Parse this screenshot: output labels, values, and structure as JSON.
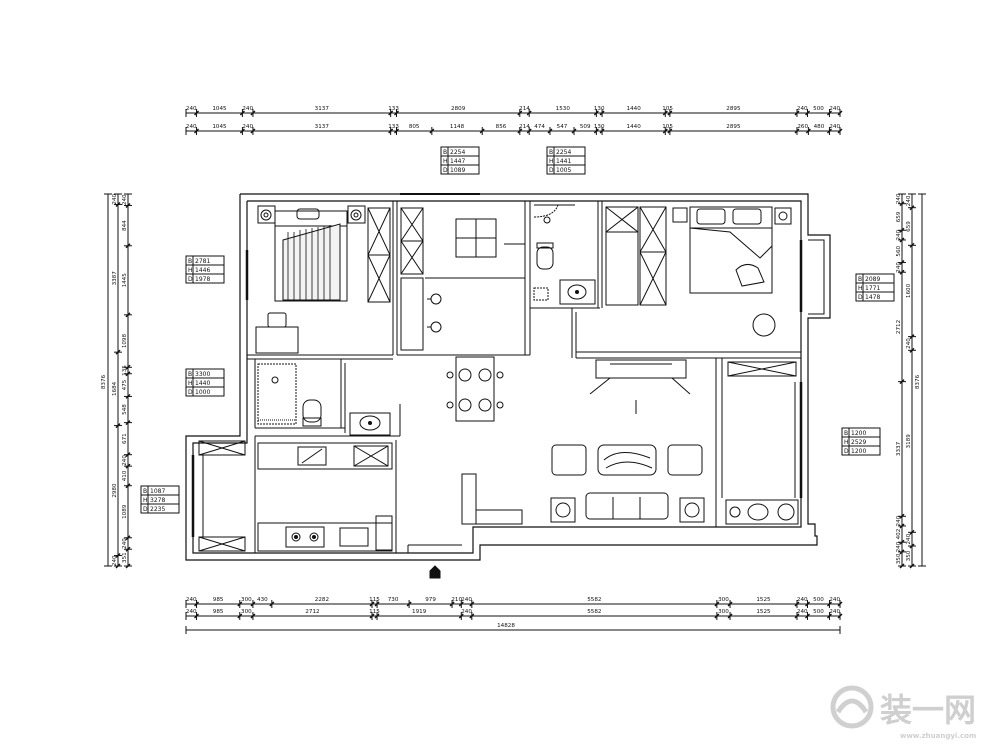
{
  "dimensions": {
    "top_row1": [
      "240",
      "1045",
      "240",
      "3137",
      "133",
      "2809",
      "214",
      "1530",
      "130",
      "1440",
      "105",
      "2895",
      "240",
      "500",
      "240"
    ],
    "top_row2": [
      "240",
      "1045",
      "240",
      "3137",
      "133",
      "805",
      "1148",
      "856",
      "214",
      "474",
      "547",
      "509",
      "130",
      "1440",
      "105",
      "2895",
      "260",
      "480",
      "240"
    ],
    "bottom_row1": [
      "240",
      "985",
      "300",
      "430",
      "2282",
      "115",
      "730",
      "979",
      "210",
      "240",
      "5582",
      "300",
      "1525",
      "240",
      "500",
      "240"
    ],
    "bottom_row2": [
      "240",
      "985",
      "300",
      "2712",
      "115",
      "1919",
      "240",
      "5582",
      "300",
      "1525",
      "240",
      "500",
      "240"
    ],
    "bottom_total": "14828",
    "left_outer": "8376",
    "left_col1": [
      "240",
      "3387",
      "1684",
      "2980",
      "240"
    ],
    "left_col2": [
      "240",
      "844",
      "1445",
      "1098",
      "135",
      "475",
      "548",
      "671",
      "240",
      "410",
      "1089",
      "240",
      "351"
    ],
    "right_outer": "8376",
    "right_col1": [
      "240",
      "659",
      "1600",
      "240",
      "3189",
      "240",
      "350"
    ],
    "right_col2": [
      "240",
      "659",
      "240",
      "560",
      "240",
      "2712",
      "3337",
      "240",
      "402",
      "240",
      "350"
    ]
  },
  "window_tags": [
    {
      "B": "2254",
      "H": "1447",
      "D": "1089"
    },
    {
      "B": "2254",
      "H": "1441",
      "D": "1005"
    },
    {
      "B": "2781",
      "H": "1446",
      "D": "1978"
    },
    {
      "B": "3300",
      "H": "1440",
      "D": "1000"
    },
    {
      "B": "1087",
      "H": "3278",
      "D": "2235"
    },
    {
      "B": "2089",
      "H": "1771",
      "D": "1478"
    },
    {
      "B": "1200",
      "H": "2529",
      "D": "1200"
    }
  ],
  "watermark": {
    "brand": "装一网",
    "site": "www.zhuangyi.com"
  }
}
